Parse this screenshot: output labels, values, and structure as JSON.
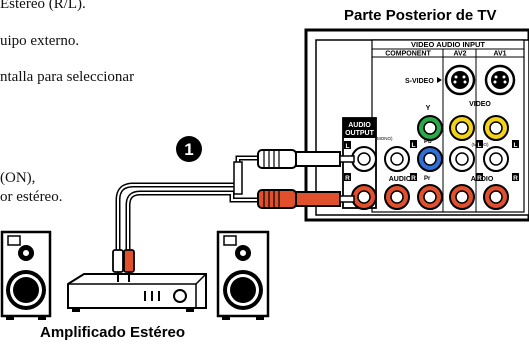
{
  "text_fragments": [
    "Estéreo (R/L).",
    "uipo externo.",
    "ntalla para seleccionar",
    "(ON),",
    "or estéreo."
  ],
  "labels": {
    "tv_back": "Parte Posterior de TV",
    "amplifier": "Amplificado Estéreo",
    "step_marker": "❶"
  },
  "panel": {
    "header": "VIDEO AUDIO INPUT",
    "component": "COMPONENT",
    "av2": "AV2",
    "av1": "AV1",
    "svideo": "S-VIDEO",
    "video": "VIDEO",
    "y": "Y",
    "pb": "Pb",
    "pr": "Pr",
    "audio": "AUDIO",
    "mono": "(MONO)",
    "audio_output_line1": "AUDIO",
    "audio_output_line2": "OUTPUT",
    "l": "L",
    "r": "R"
  },
  "colors": {
    "green": "#2aa84a",
    "blue": "#2f6fd6",
    "yellow": "#f2d31a",
    "red": "#e0502c",
    "white": "#ffffff"
  },
  "icons": [
    "rca-plug-icon",
    "speaker-icon",
    "amplifier-icon",
    "svideo-connector-icon"
  ]
}
